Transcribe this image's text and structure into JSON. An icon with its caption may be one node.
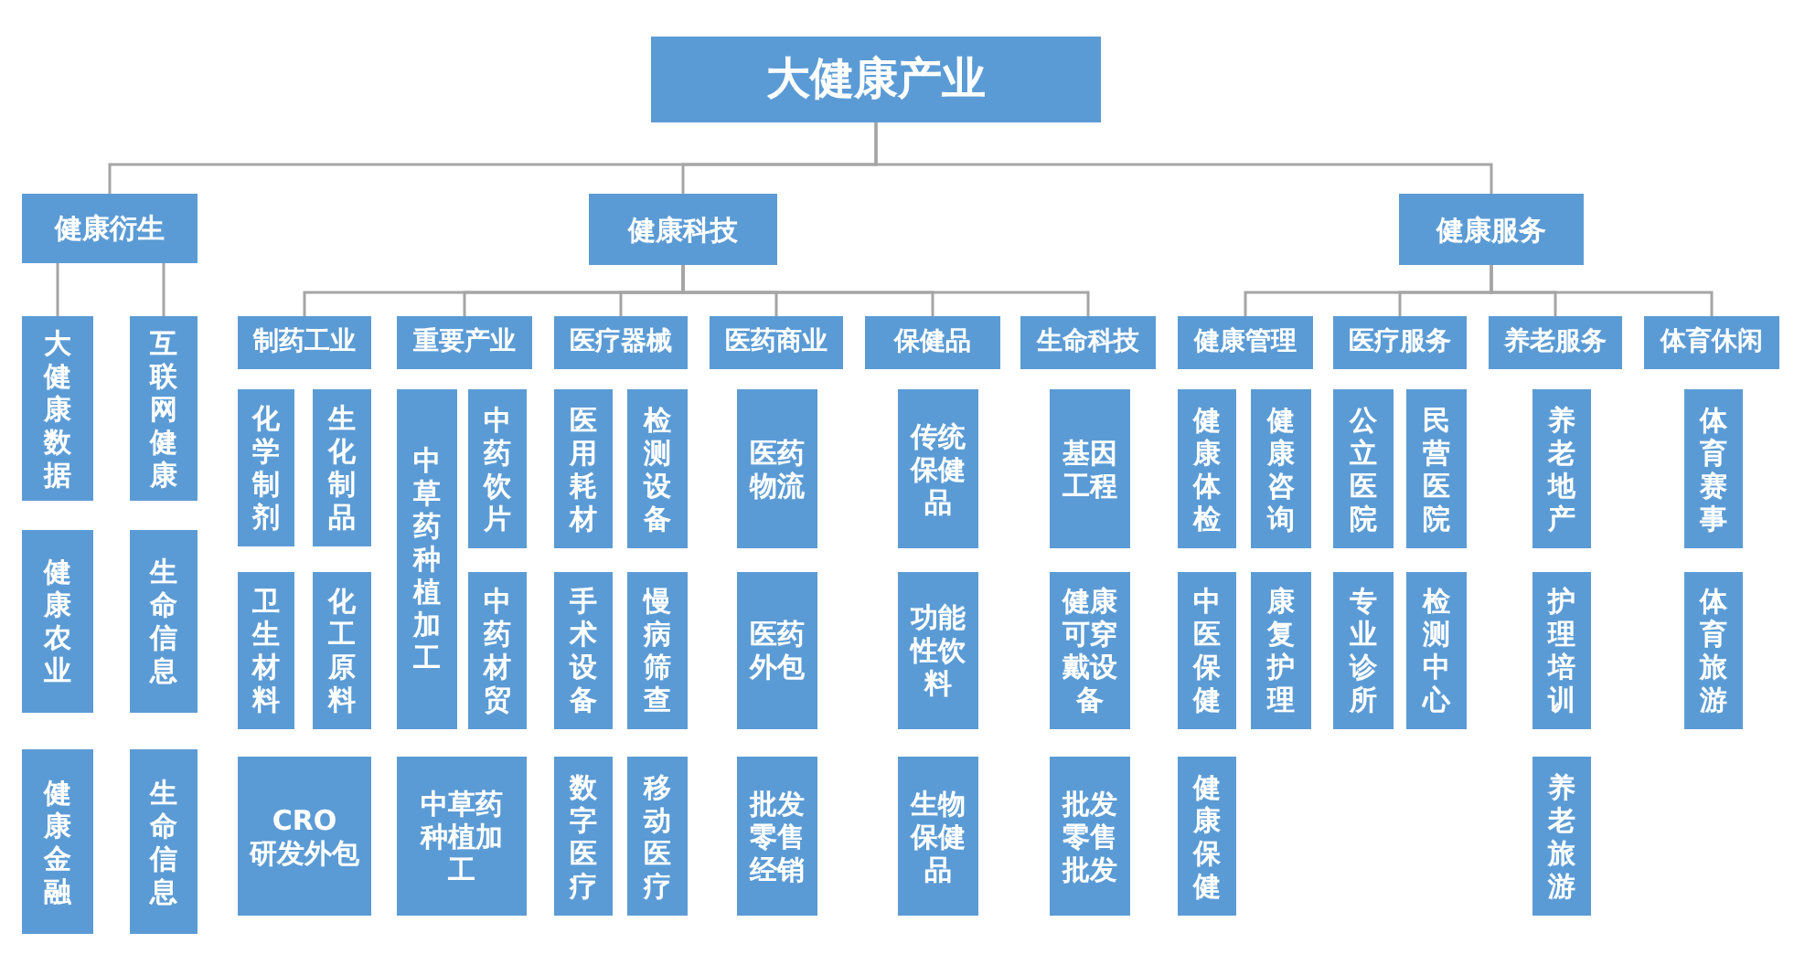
{
  "diagram": {
    "nodes": [
      {
        "text": [
          "大健康产业"
        ]
      },
      {
        "text": [
          "健康衍生"
        ]
      },
      {
        "text": [
          "健康科技"
        ]
      },
      {
        "text": [
          "健康服务"
        ]
      },
      {
        "text": [
          "制药工业"
        ]
      },
      {
        "text": [
          "重要产业"
        ]
      },
      {
        "text": [
          "医疗器械"
        ]
      },
      {
        "text": [
          "医药商业"
        ]
      },
      {
        "text": [
          "保健品"
        ]
      },
      {
        "text": [
          "生命科技"
        ]
      },
      {
        "text": [
          "健康管理"
        ]
      },
      {
        "text": [
          "医疗服务"
        ]
      },
      {
        "text": [
          "养老服务"
        ]
      },
      {
        "text": [
          "体育休闲"
        ]
      },
      {
        "text": [
          "大健康数据"
        ]
      },
      {
        "text": [
          "互联网健康"
        ]
      },
      {
        "text": [
          "健康农业"
        ]
      },
      {
        "text": [
          "生命信息"
        ]
      },
      {
        "text": [
          "健康金融"
        ]
      },
      {
        "text": [
          "生命信息"
        ]
      },
      {
        "text": [
          "化学制剂"
        ]
      },
      {
        "text": [
          "生化制品"
        ]
      },
      {
        "text": [
          "卫生材料"
        ]
      },
      {
        "text": [
          "化工原料"
        ]
      },
      {
        "text": [
          "CRO 研发外包"
        ]
      },
      {
        "text": [
          "中草药种植加工"
        ]
      },
      {
        "text": [
          "中药饮片"
        ]
      },
      {
        "text": [
          "中药材贸"
        ]
      },
      {
        "text": [
          "中草药种植加工"
        ]
      },
      {
        "text": [
          "医用耗材"
        ]
      },
      {
        "text": [
          "检测设备"
        ]
      },
      {
        "text": [
          "手术设备"
        ]
      },
      {
        "text": [
          "慢病筛查"
        ]
      },
      {
        "text": [
          "数字医疗"
        ]
      },
      {
        "text": [
          "移动医疗"
        ]
      },
      {
        "text": [
          "医药物流"
        ]
      },
      {
        "text": [
          "医药外包"
        ]
      },
      {
        "text": [
          "批发零售经销"
        ]
      },
      {
        "text": [
          "传统保健品"
        ]
      },
      {
        "text": [
          "功能性饮料"
        ]
      },
      {
        "text": [
          "生物保健品"
        ]
      },
      {
        "text": [
          "基因工程"
        ]
      },
      {
        "text": [
          "健康可穿戴设备"
        ]
      },
      {
        "text": [
          "批发零售批发"
        ]
      },
      {
        "text": [
          "健康体检"
        ]
      },
      {
        "text": [
          "健康咨询"
        ]
      },
      {
        "text": [
          "中医保健"
        ]
      },
      {
        "text": [
          "康复护理"
        ]
      },
      {
        "text": [
          "健康保健"
        ]
      },
      {
        "text": [
          "公立医院"
        ]
      },
      {
        "text": [
          "民营医院"
        ]
      },
      {
        "text": [
          "专业诊所"
        ]
      },
      {
        "text": [
          "检测中心"
        ]
      },
      {
        "text": [
          "养老地产"
        ]
      },
      {
        "text": [
          "护理培训"
        ]
      },
      {
        "text": [
          "养老旅游"
        ]
      },
      {
        "text": [
          "体育赛事"
        ]
      },
      {
        "text": [
          "体育旅游"
        ]
      }
    ],
    "edges": [
      {
        "from": 0,
        "to": 1,
        "arrow": "none"
      },
      {
        "from": 0,
        "to": 2,
        "arrow": "none"
      },
      {
        "from": 0,
        "to": 3,
        "arrow": "none"
      },
      {
        "from": 2,
        "to": 4,
        "arrow": "none"
      },
      {
        "from": 2,
        "to": 5,
        "arrow": "none"
      },
      {
        "from": 2,
        "to": 6,
        "arrow": "none"
      },
      {
        "from": 2,
        "to": 7,
        "arrow": "none"
      },
      {
        "from": 2,
        "to": 8,
        "arrow": "none"
      },
      {
        "from": 2,
        "to": 9,
        "arrow": "none"
      },
      {
        "from": 3,
        "to": 10,
        "arrow": "none"
      },
      {
        "from": 3,
        "to": 11,
        "arrow": "none"
      },
      {
        "from": 3,
        "to": 12,
        "arrow": "none"
      },
      {
        "from": 3,
        "to": 13,
        "arrow": "none"
      },
      {
        "from": 1,
        "to": 14,
        "arrow": "none"
      },
      {
        "from": 1,
        "to": 15,
        "arrow": "none"
      }
    ]
  }
}
